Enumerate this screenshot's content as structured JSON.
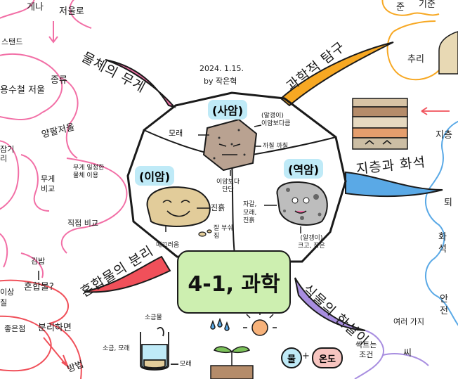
{
  "header": {
    "date": "2024. 1.15.",
    "author": "by 작은혁"
  },
  "center": {
    "title": "4-1, 과학"
  },
  "branches": {
    "weight": "물체의 무게",
    "explore": "과학적 탐구",
    "strata": "지층과 화석",
    "mixture": "혼합물의 분리",
    "plant": "식물의 한살이"
  },
  "rocks": {
    "sandstone": {
      "title": "사암",
      "label_sand": "모래",
      "label_compare": "(알갱이)\n이암보다큼",
      "label_rough": "까칠 까칠",
      "label_hard": "이암보다\n단단"
    },
    "mudstone": {
      "title": "이암",
      "label_mud": "진흙",
      "label_smooth": "매끄러움",
      "label_break": "잘 부숴\n짐"
    },
    "conglomerate": {
      "title": "역암",
      "label_mix": "자갈,\n모래,\n진흙",
      "label_grain": "(알갱이)\n크고, 작은"
    }
  },
  "weight_side": {
    "scale_top": "저울로",
    "stand": "스탠드",
    "types": "종류",
    "spring_scale": "용수철 저울",
    "balance": "양팔저울",
    "compare": "무게\n비교",
    "constant": "무게 일정한\n물체 이용",
    "direct": "직접 비교",
    "partial_1": "게나",
    "partial_2": "잡기\n리"
  },
  "explore_side": {
    "reasoning": "추리",
    "partial_top": "기준",
    "partial_top2": "준"
  },
  "strata_side": {
    "partial_1": "지층",
    "partial_2": "퇴",
    "partial_3": "화\n석",
    "partial_4": "안\n전"
  },
  "mixture_side": {
    "seaweed": "김밥",
    "question": "혼합물?",
    "benefit": "좋은점",
    "if_separate": "분리하면",
    "method": "방법",
    "salt_water": "소금물",
    "salt_sand": "소금, 모래",
    "sand": "모래",
    "partial_1": "이상\n질"
  },
  "plant_side": {
    "varied": "여러 가지",
    "seed": "씨",
    "sprout": "싹트는\n조건",
    "water": "물",
    "temp": "온도",
    "plus": "+"
  },
  "colors": {
    "pink": "#f26fa6",
    "orange": "#f7a823",
    "blue": "#5aa9e6",
    "red": "#f0505a",
    "purple": "#a88ee0",
    "green": "#cdefb0",
    "cyan": "#bfeaf7"
  }
}
